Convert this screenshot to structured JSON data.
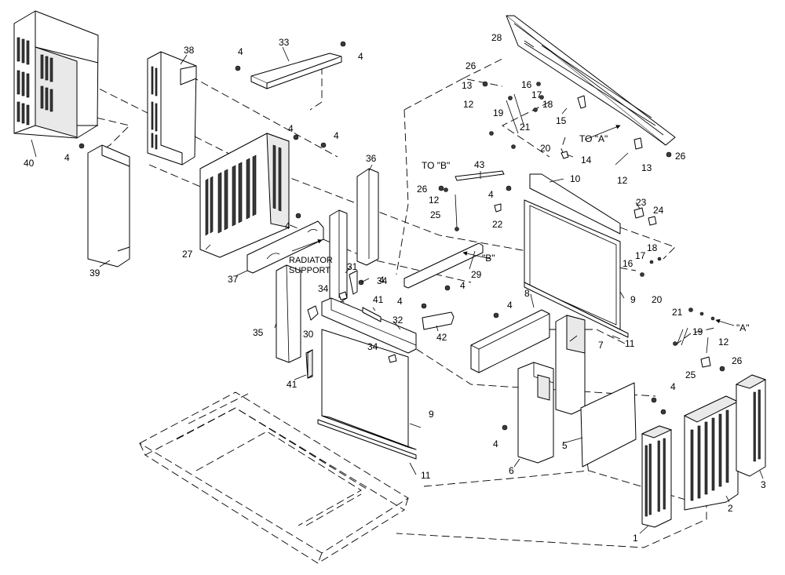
{
  "callouts": [
    {
      "id": "c28",
      "text": "28"
    },
    {
      "id": "c40",
      "text": "40"
    },
    {
      "id": "c38",
      "text": "38"
    },
    {
      "id": "c33",
      "text": "33"
    },
    {
      "id": "c4a",
      "text": "4"
    },
    {
      "id": "c4b",
      "text": "4"
    },
    {
      "id": "c4c",
      "text": "4"
    },
    {
      "id": "c4d",
      "text": "4"
    },
    {
      "id": "c4e",
      "text": "4"
    },
    {
      "id": "c4f",
      "text": "4"
    },
    {
      "id": "c4g",
      "text": "4"
    },
    {
      "id": "c4h",
      "text": "4"
    },
    {
      "id": "c4i",
      "text": "4"
    },
    {
      "id": "c4j",
      "text": "4"
    },
    {
      "id": "c4k",
      "text": "4"
    },
    {
      "id": "c4l",
      "text": "4"
    },
    {
      "id": "c4m",
      "text": "4"
    },
    {
      "id": "c26a",
      "text": "26"
    },
    {
      "id": "c26b",
      "text": "26"
    },
    {
      "id": "c26c",
      "text": "26"
    },
    {
      "id": "c26d",
      "text": "26"
    },
    {
      "id": "c13a",
      "text": "13"
    },
    {
      "id": "c13b",
      "text": "13"
    },
    {
      "id": "c16a",
      "text": "16"
    },
    {
      "id": "c16b",
      "text": "16"
    },
    {
      "id": "c17a",
      "text": "17"
    },
    {
      "id": "c17b",
      "text": "17"
    },
    {
      "id": "c18a",
      "text": "18"
    },
    {
      "id": "c18b",
      "text": "18"
    },
    {
      "id": "c12a",
      "text": "12"
    },
    {
      "id": "c12b",
      "text": "12"
    },
    {
      "id": "c12c",
      "text": "12"
    },
    {
      "id": "c12d",
      "text": "12"
    },
    {
      "id": "c19a",
      "text": "19"
    },
    {
      "id": "c19b",
      "text": "19"
    },
    {
      "id": "c21a",
      "text": "21"
    },
    {
      "id": "c21b",
      "text": "21"
    },
    {
      "id": "c20a",
      "text": "20"
    },
    {
      "id": "c20b",
      "text": "20"
    },
    {
      "id": "c15",
      "text": "15"
    },
    {
      "id": "c14",
      "text": "14"
    },
    {
      "id": "c36",
      "text": "36"
    },
    {
      "id": "c43",
      "text": "43"
    },
    {
      "id": "c10",
      "text": "10"
    },
    {
      "id": "c23",
      "text": "23"
    },
    {
      "id": "c24",
      "text": "24"
    },
    {
      "id": "c25a",
      "text": "25"
    },
    {
      "id": "c25b",
      "text": "25"
    },
    {
      "id": "c22",
      "text": "22"
    },
    {
      "id": "c27",
      "text": "27"
    },
    {
      "id": "c39",
      "text": "39"
    },
    {
      "id": "c37",
      "text": "37"
    },
    {
      "id": "c29",
      "text": "29"
    },
    {
      "id": "c31",
      "text": "31"
    },
    {
      "id": "c34a",
      "text": "34"
    },
    {
      "id": "c34b",
      "text": "34"
    },
    {
      "id": "c34c",
      "text": "34"
    },
    {
      "id": "c41a",
      "text": "41"
    },
    {
      "id": "c41b",
      "text": "41"
    },
    {
      "id": "c9a",
      "text": "9"
    },
    {
      "id": "c9b",
      "text": "9"
    },
    {
      "id": "c8",
      "text": "8"
    },
    {
      "id": "c35",
      "text": "35"
    },
    {
      "id": "c30",
      "text": "30"
    },
    {
      "id": "c32",
      "text": "32"
    },
    {
      "id": "c42",
      "text": "42"
    },
    {
      "id": "c11a",
      "text": "11"
    },
    {
      "id": "c11b",
      "text": "11"
    },
    {
      "id": "c7",
      "text": "7"
    },
    {
      "id": "c5",
      "text": "5"
    },
    {
      "id": "c6",
      "text": "6"
    },
    {
      "id": "c1",
      "text": "1"
    },
    {
      "id": "c2",
      "text": "2"
    },
    {
      "id": "c3",
      "text": "3"
    }
  ],
  "refs": {
    "to_a": "TO \"A\"",
    "to_b": "TO \"B\"",
    "mark_b": "\"B\"",
    "mark_a": "\"A\""
  },
  "notes": {
    "radiator_line1": "RADIATOR",
    "radiator_line2": "SUPPORT"
  }
}
